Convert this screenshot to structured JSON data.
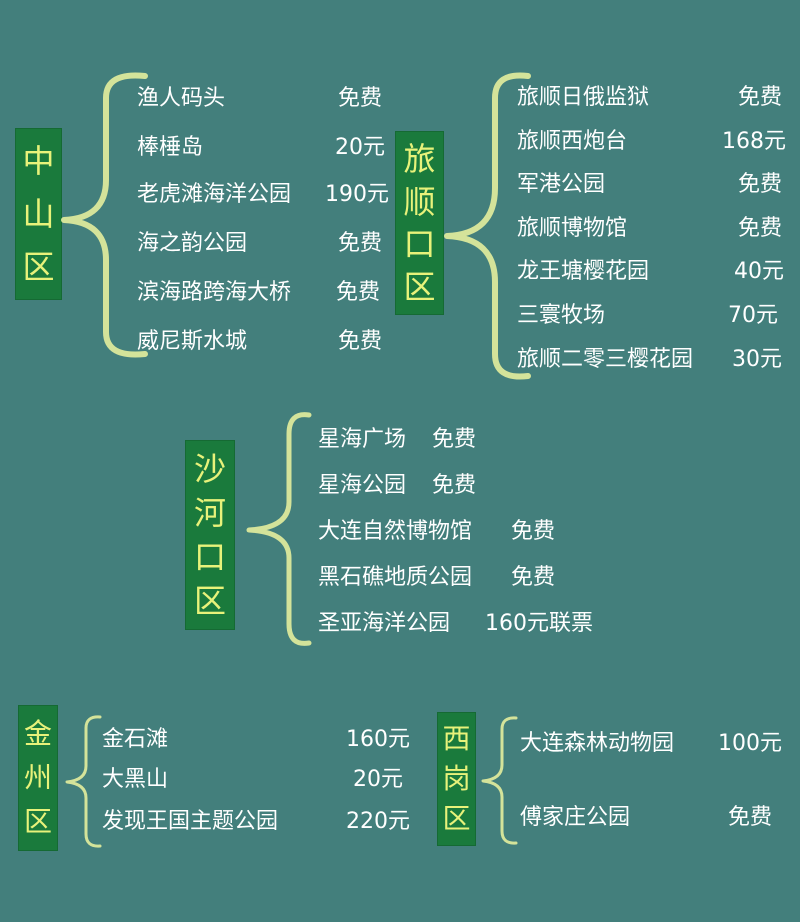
{
  "accent_colors": {
    "background": "#437f7c",
    "label_box": "#1a7a3c",
    "label_text": "#e8f27a",
    "brace": "#d4e39a",
    "item_text": "#ffffff"
  },
  "districts": {
    "zhongshan": {
      "label": [
        "中",
        "山",
        "区"
      ],
      "items": [
        {
          "name": "渔人码头",
          "price": "免费"
        },
        {
          "name": "棒棰岛",
          "price": "20元"
        },
        {
          "name": "老虎滩海洋公园",
          "price": "190元"
        },
        {
          "name": "海之韵公园",
          "price": "免费"
        },
        {
          "name": "滨海路跨海大桥",
          "price": "免费"
        },
        {
          "name": "威尼斯水城",
          "price": "免费"
        }
      ]
    },
    "lvshunkou": {
      "label": [
        "旅",
        "顺",
        "口",
        "区"
      ],
      "items": [
        {
          "name": "旅顺日俄监狱",
          "price": "免费"
        },
        {
          "name": "旅顺西炮台",
          "price": "168元"
        },
        {
          "name": "军港公园",
          "price": "免费"
        },
        {
          "name": "旅顺博物馆",
          "price": "免费"
        },
        {
          "name": "龙王塘樱花园",
          "price": "40元"
        },
        {
          "name": "三寰牧场",
          "price": "70元"
        },
        {
          "name": "旅顺二零三樱花园",
          "price": "30元"
        }
      ]
    },
    "shahekou": {
      "label": [
        "沙",
        "河",
        "口",
        "区"
      ],
      "items": [
        {
          "name": "星海广场",
          "price": "免费"
        },
        {
          "name": "星海公园",
          "price": "免费"
        },
        {
          "name": "大连自然博物馆",
          "price": "免费"
        },
        {
          "name": "黑石礁地质公园",
          "price": "免费"
        },
        {
          "name": "圣亚海洋公园",
          "price": "160元联票"
        }
      ]
    },
    "jinzhou": {
      "label": [
        "金",
        "州",
        "区"
      ],
      "items": [
        {
          "name": "金石滩",
          "price": "160元"
        },
        {
          "name": "大黑山",
          "price": "20元"
        },
        {
          "name": "发现王国主题公园",
          "price": "220元"
        }
      ]
    },
    "xigang": {
      "label": [
        "西",
        "岗",
        "区"
      ],
      "items": [
        {
          "name": "大连森林动物园",
          "price": "100元"
        },
        {
          "name": "傅家庄公园",
          "price": "免费"
        }
      ]
    }
  }
}
